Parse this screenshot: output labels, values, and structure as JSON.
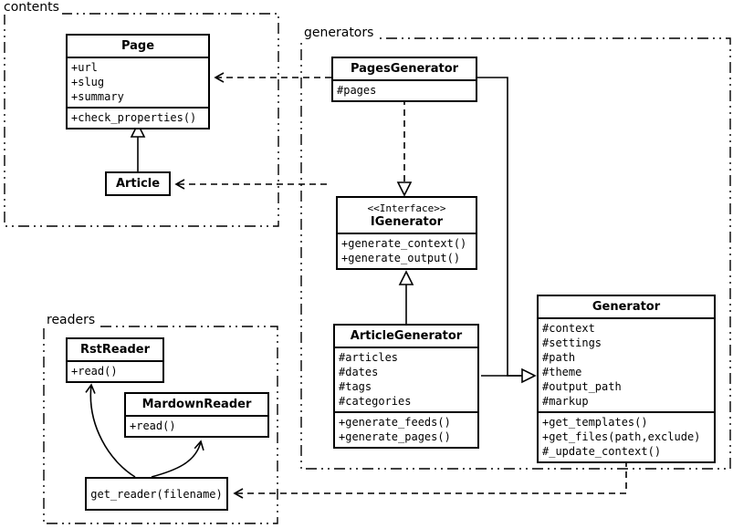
{
  "packages": {
    "contents": {
      "label": "contents"
    },
    "generators": {
      "label": "generators"
    },
    "readers": {
      "label": "readers"
    }
  },
  "classes": {
    "page": {
      "title": "Page",
      "attrs": [
        "+url",
        "+slug",
        "+summary"
      ],
      "methods": [
        "+check_properties()"
      ]
    },
    "article": {
      "title": "Article"
    },
    "pages_generator": {
      "title": "PagesGenerator",
      "attrs": [
        "#pages"
      ]
    },
    "igenerator": {
      "stereotype": "<<Interface>>",
      "title": "IGenerator",
      "methods": [
        "+generate_context()",
        "+generate_output()"
      ]
    },
    "article_generator": {
      "title": "ArticleGenerator",
      "attrs": [
        "#articles",
        "#dates",
        "#tags",
        "#categories"
      ],
      "methods": [
        "+generate_feeds()",
        "+generate_pages()"
      ]
    },
    "generator": {
      "title": "Generator",
      "attrs": [
        "#context",
        "#settings",
        "#path",
        "#theme",
        "#output_path",
        "#markup"
      ],
      "methods": [
        "+get_templates()",
        "+get_files(path,exclude)",
        "#_update_context()"
      ]
    },
    "rst_reader": {
      "title": "RstReader",
      "methods": [
        "+read()"
      ]
    },
    "markdown_reader": {
      "title": "MardownReader",
      "methods": [
        "+read()"
      ]
    },
    "get_reader": {
      "title": "get_reader(filename)"
    }
  },
  "relations": [
    {
      "from": "PagesGenerator",
      "to": "Page",
      "type": "dependency-dashed"
    },
    {
      "from": "generators",
      "to": "Article",
      "type": "dependency-dashed"
    },
    {
      "from": "Article",
      "to": "Page",
      "type": "inheritance"
    },
    {
      "from": "PagesGenerator",
      "to": "IGenerator",
      "type": "realization-dashed"
    },
    {
      "from": "ArticleGenerator",
      "to": "IGenerator",
      "type": "inheritance"
    },
    {
      "from": "PagesGenerator",
      "to": "Generator",
      "type": "inheritance"
    },
    {
      "from": "ArticleGenerator",
      "to": "Generator",
      "type": "inheritance"
    },
    {
      "from": "Generator",
      "to": "get_reader",
      "type": "dependency-dashed"
    },
    {
      "from": "get_reader",
      "to": "RstReader",
      "type": "arrow"
    },
    {
      "from": "get_reader",
      "to": "MardownReader",
      "type": "arrow"
    }
  ],
  "colors": {
    "line": "#000000",
    "background": "#ffffff"
  }
}
